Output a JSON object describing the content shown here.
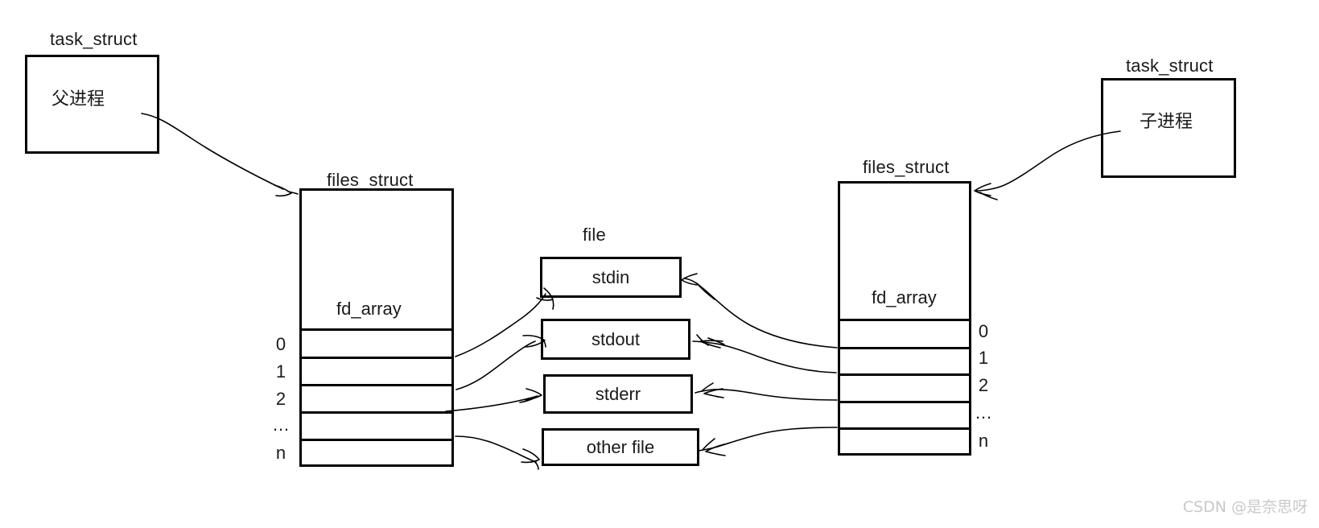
{
  "diagram": {
    "title_left_task": "task_struct",
    "title_right_task": "task_struct",
    "title_left_files": "files_struct",
    "title_right_files": "files_struct",
    "title_file_group": "file",
    "left_task_label": "父进程",
    "right_task_label": "子进程",
    "left_fd_array_label": "fd_array",
    "right_fd_array_label": "fd_array",
    "fd_indices": [
      "0",
      "1",
      "2",
      "…",
      "n"
    ],
    "file_boxes": [
      {
        "label": "stdin"
      },
      {
        "label": "stdout"
      },
      {
        "label": "stderr"
      },
      {
        "label": "other file"
      }
    ],
    "watermark": "CSDN @是奈思呀",
    "colors": {
      "stroke": "#000000",
      "text": "#1a1a1a",
      "background": "#ffffff",
      "watermark": "#c9c9c9"
    }
  }
}
